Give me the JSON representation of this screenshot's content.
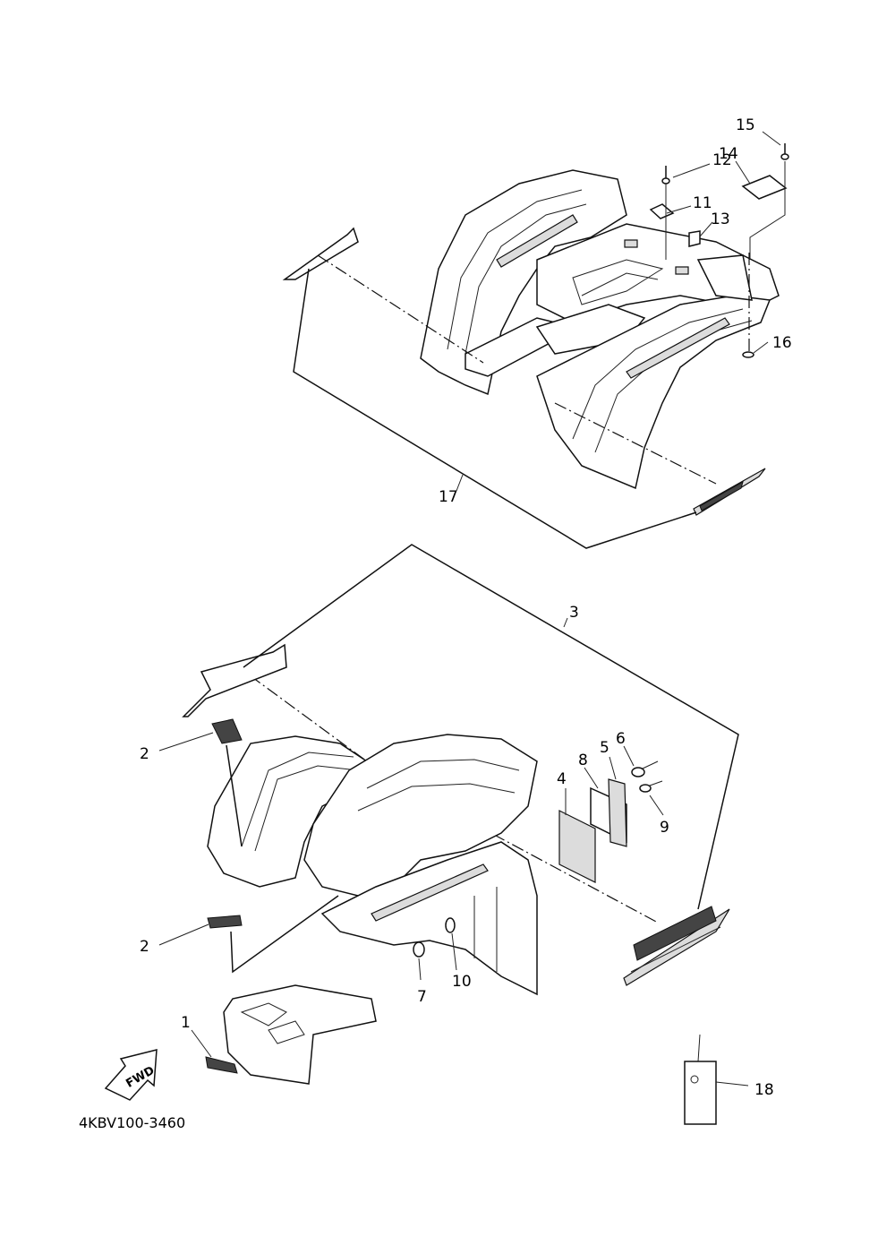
{
  "callouts": [
    {
      "id": "1",
      "label": "1"
    },
    {
      "id": "2a",
      "label": "2"
    },
    {
      "id": "2b",
      "label": "2"
    },
    {
      "id": "3",
      "label": "3"
    },
    {
      "id": "4",
      "label": "4"
    },
    {
      "id": "5",
      "label": "5"
    },
    {
      "id": "6",
      "label": "6"
    },
    {
      "id": "7",
      "label": "7"
    },
    {
      "id": "8",
      "label": "8"
    },
    {
      "id": "9",
      "label": "9"
    },
    {
      "id": "10",
      "label": "10"
    },
    {
      "id": "11",
      "label": "11"
    },
    {
      "id": "12",
      "label": "12"
    },
    {
      "id": "13",
      "label": "13"
    },
    {
      "id": "14",
      "label": "14"
    },
    {
      "id": "15",
      "label": "15"
    },
    {
      "id": "16",
      "label": "16"
    },
    {
      "id": "17",
      "label": "17"
    },
    {
      "id": "18",
      "label": "18"
    }
  ],
  "direction_arrow": {
    "label": "FWD"
  },
  "diagram_code": "4KBV100-3460"
}
